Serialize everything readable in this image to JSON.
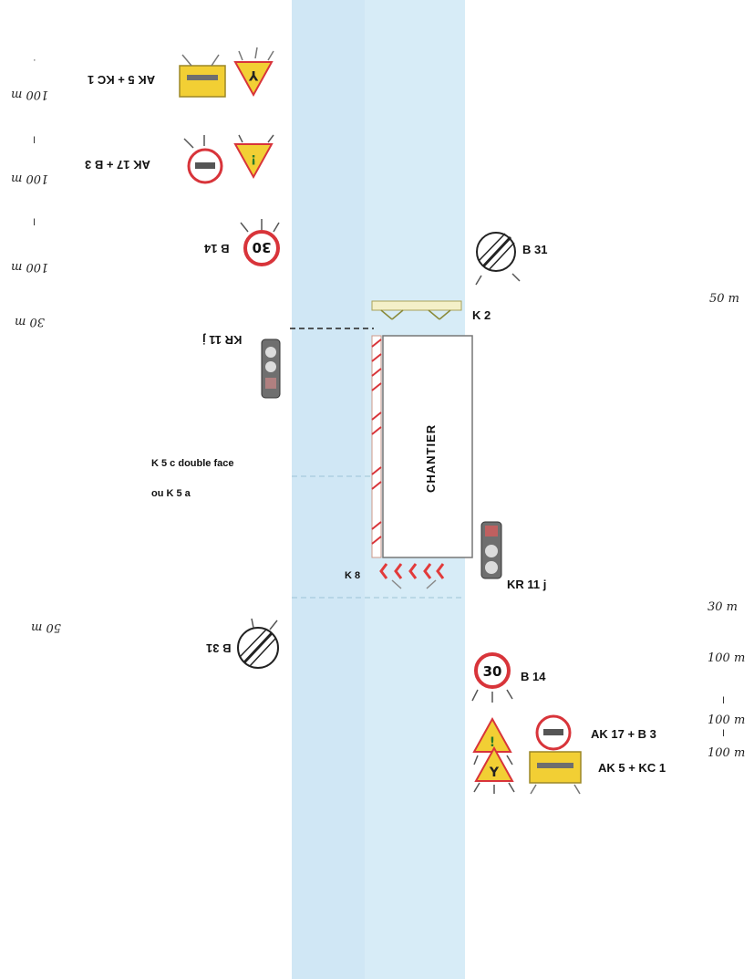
{
  "labels": {
    "ak5_kc1_top": "AK 5 + KC 1",
    "ak17_b3_top": "AK 17 + B 3",
    "b14_top": "B 14",
    "b31_top": "B 31",
    "k2": "K 2",
    "kr11j_top": "KR 11 j",
    "k5c_line1": "K 5 c double face",
    "k5c_line2": "ou K 5 a",
    "chantier": "CHANTIER",
    "k8": "K 8",
    "kr11j_bottom": "KR 11 j",
    "b31_bottom": "B 31",
    "b14_bottom": "B 14",
    "ak17_b3_bottom": "AK 17 + B 3",
    "ak5_kc1_bottom": "AK 5 + KC 1"
  },
  "sign_text": {
    "b14_speed": "30",
    "ak17_sign": "!"
  },
  "distances": {
    "left": [
      "100 m",
      "100 m",
      "100 m",
      "30 m",
      "50 m"
    ],
    "right": [
      "50 m",
      "30 m",
      "100 m",
      "100 m",
      "100 m"
    ],
    "tick": "I"
  },
  "colors": {
    "road": "#d7ecf7",
    "warning_yellow": "#f2cf34",
    "sign_red": "#d8343a",
    "chevron_red": "#e23b3b",
    "signal_gray": "#6f6f6f"
  }
}
